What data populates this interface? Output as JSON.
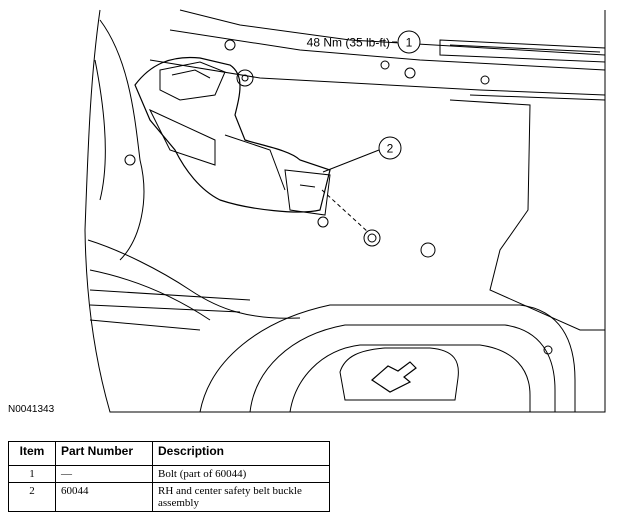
{
  "figure": {
    "id": "N0041343",
    "callouts": [
      {
        "number": "1",
        "label": "48 Nm (35 lb-ft)"
      },
      {
        "number": "2",
        "label": ""
      }
    ]
  },
  "parts_table": {
    "headers": {
      "item": "Item",
      "part_number": "Part Number",
      "description": "Description"
    },
    "rows": [
      {
        "item": "1",
        "part_number": "—",
        "description": "Bolt (part of 60044)"
      },
      {
        "item": "2",
        "part_number": "60044",
        "description": "RH and center safety belt buckle assembly"
      }
    ]
  }
}
